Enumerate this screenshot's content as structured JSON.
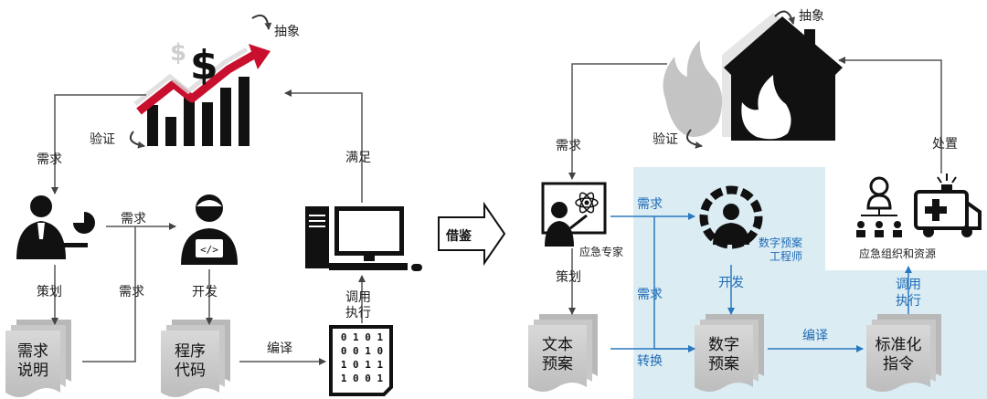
{
  "left_diagram": {
    "abstract": "抽象",
    "verify": "验证",
    "need_to_expert": "需求",
    "need_to_dev": "需求",
    "need_back": "需求",
    "plan": "策划",
    "develop": "开发",
    "satisfy": "满足",
    "call_exec_1": "调用",
    "call_exec_2": "执行",
    "compile": "编译",
    "doc_requirements": [
      "需求",
      "说明"
    ],
    "doc_program": [
      "程序",
      "代码"
    ],
    "binary_rows": [
      "0 1 0 1",
      "0 0 1 0",
      "1 0 1 1",
      "1 0 0 1"
    ]
  },
  "borrow": "借鉴",
  "right_diagram": {
    "abstract": "抽象",
    "verify": "验证",
    "handle": "处置",
    "need_top": "需求",
    "need_expert_to_engineer": "需求",
    "need_side": "需求",
    "plan": "策划",
    "develop": "开发",
    "convert": "转换",
    "compile": "编译",
    "call_exec_1": "调用",
    "call_exec_2": "执行",
    "expert_label": "应急专家",
    "engineer_label_1": "数字预案",
    "engineer_label_2": "工程师",
    "org_label": "应急组织和资源",
    "doc_text_plan": [
      "文本",
      "预案"
    ],
    "doc_digital_plan": [
      "数字",
      "预案"
    ],
    "doc_standard": [
      "标准化",
      "指令"
    ]
  },
  "colors": {
    "blue_region": "#dbecf3",
    "blue_arrow": "#2a78c0",
    "gray_arrow": "#555555",
    "doc_fill": "#c9c9c9",
    "icon_black": "#111111",
    "chart_red": "#c8102e"
  }
}
